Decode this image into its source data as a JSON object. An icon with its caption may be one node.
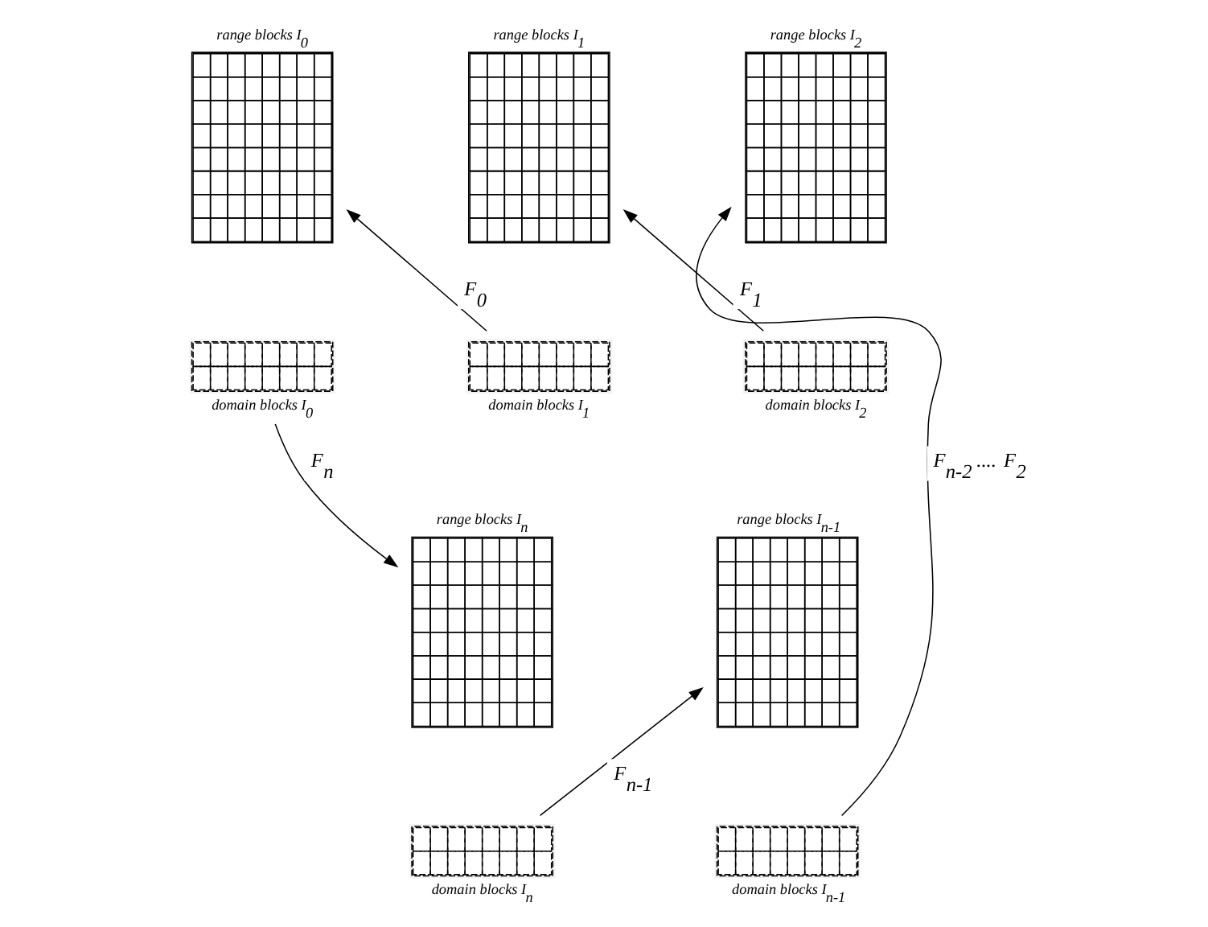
{
  "diagram": {
    "nodes": [
      {
        "text": [
          "range blocks I$_{0}$"
        ]
      },
      {
        "text": [
          "domain blocks I$_{0}$"
        ]
      },
      {
        "text": [
          "range blocks I$_{1}$"
        ]
      },
      {
        "text": [
          "domain blocks I$_{1}$"
        ]
      },
      {
        "text": [
          "range blocks I$_{2}$"
        ]
      },
      {
        "text": [
          "domain blocks I$_{2}$"
        ]
      },
      {
        "text": [
          "range blocks I$_{n}$"
        ]
      },
      {
        "text": [
          "domain blocks I$_{n}$"
        ]
      },
      {
        "text": [
          "range blocks I$_{n-1}$"
        ]
      },
      {
        "text": [
          "domain blocks I$_{n-1}$"
        ]
      }
    ],
    "edges": [
      {
        "from": 3,
        "to": 0,
        "arrow": "to",
        "label": "F$_{0}$"
      },
      {
        "from": 5,
        "to": 2,
        "arrow": "to",
        "label": "F$_{1}$"
      },
      {
        "from": 1,
        "to": 6,
        "arrow": "to",
        "label": "F$_{n}$"
      },
      {
        "from": 7,
        "to": 8,
        "arrow": "to",
        "label": "F$_{n-1}$"
      },
      {
        "from": 9,
        "to": 4,
        "arrow": "to",
        "label": "F$_{n-2}$ .... F$_{2}$"
      }
    ]
  }
}
